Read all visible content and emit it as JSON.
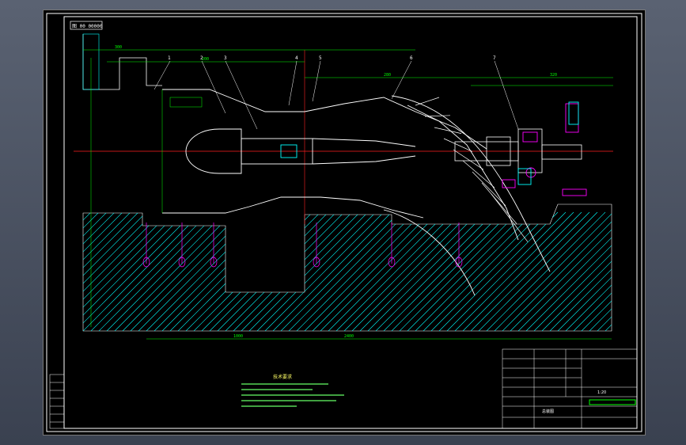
{
  "colors": {
    "background": "#000000",
    "frame": "#ffffff",
    "outline": "#ffffff",
    "centerline": "#ff2020",
    "dimension": "#00ff00",
    "hatch": "#00ffff",
    "part": "#ff00ff",
    "text": "#ffffff"
  },
  "drawing": {
    "corner_label": "图 00 00000",
    "callouts": [
      "1",
      "2",
      "3",
      "4",
      "5",
      "6",
      "7"
    ],
    "dimension_labels": [
      "300",
      "200",
      "280",
      "320",
      "2400",
      "1000"
    ],
    "notes_title": "技术要求",
    "title_block": {
      "scale": "1:20",
      "sheet": "总装图"
    }
  }
}
